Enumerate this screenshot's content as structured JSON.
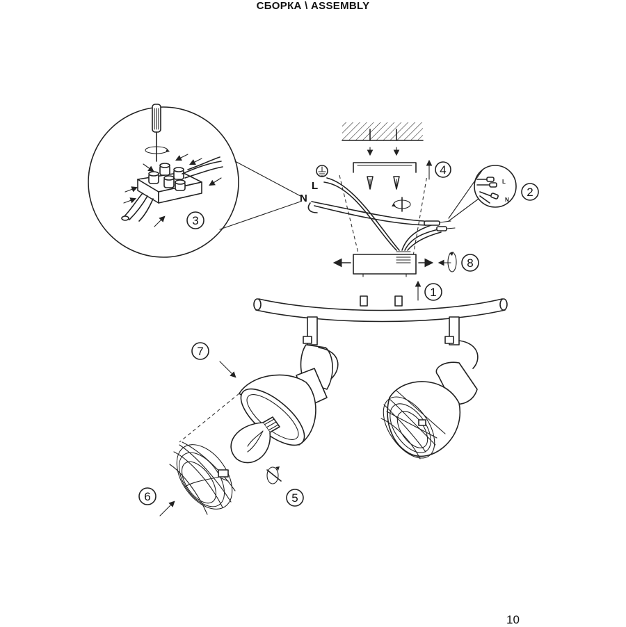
{
  "header": {
    "title": "СБОРКА \\ ASSEMBLY"
  },
  "footer": {
    "page_number": "10"
  },
  "steps": {
    "s1": "1",
    "s2": "2",
    "s3": "3",
    "s4": "4",
    "s5": "5",
    "s6": "6",
    "s7": "7",
    "s8": "8"
  },
  "wire_labels": {
    "live": "L",
    "neutral": "N"
  }
}
